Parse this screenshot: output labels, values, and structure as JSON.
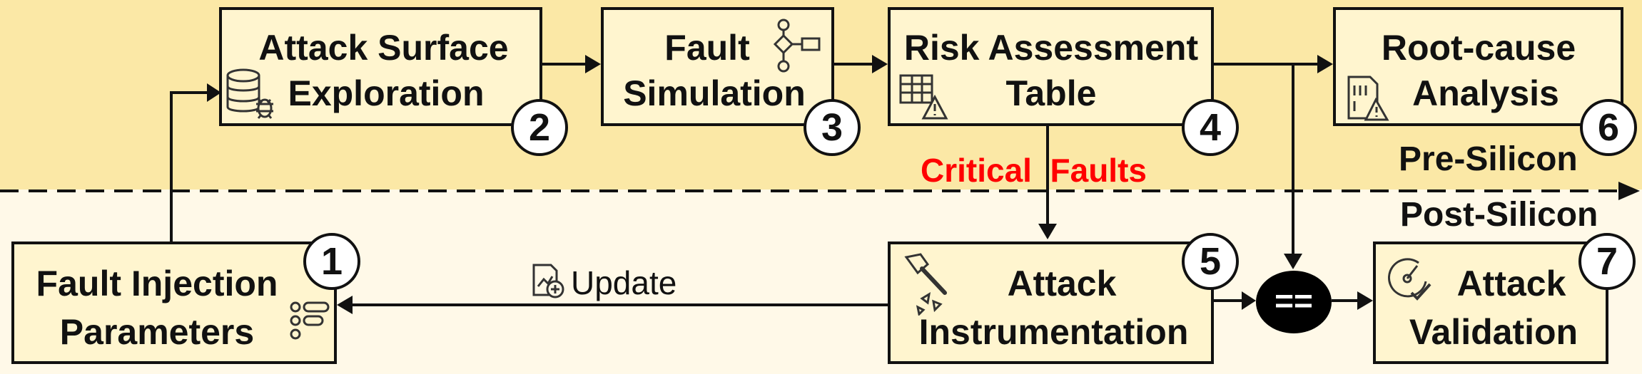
{
  "boxes": {
    "b1": {
      "line1": "Fault Injection",
      "line2": "Parameters",
      "num": "1"
    },
    "b2": {
      "line1": "Attack Surface",
      "line2": "Exploration",
      "num": "2"
    },
    "b3": {
      "line1": "Fault",
      "line2": "Simulation",
      "num": "3"
    },
    "b4": {
      "line1": "Risk Assessment",
      "line2": "Table",
      "num": "4"
    },
    "b5": {
      "line1": "Attack",
      "line2": "Instrumentation",
      "num": "5"
    },
    "b6": {
      "line1": "Root-cause",
      "line2": "Analysis",
      "num": "6"
    },
    "b7": {
      "line1": "Attack",
      "line2": "Validation",
      "num": "7"
    }
  },
  "labels": {
    "critical_faults": "Critical  Faults",
    "pre_silicon": "Pre-Silicon",
    "post_silicon": "Post-Silicon",
    "update": "Update",
    "compare": "=="
  },
  "colors": {
    "pre_silicon_band": "#fbe8a6",
    "post_silicon_band": "#fff9e8",
    "box_fill": "#fff5cf",
    "critical_faults": "#ff0000"
  },
  "icons": [
    "database-bug-icon",
    "flowchart-icon",
    "table-warning-icon",
    "binary-warning-icon",
    "list-settings-icon",
    "chart-add-icon",
    "hammer-shards-icon",
    "gauge-check-icon"
  ]
}
